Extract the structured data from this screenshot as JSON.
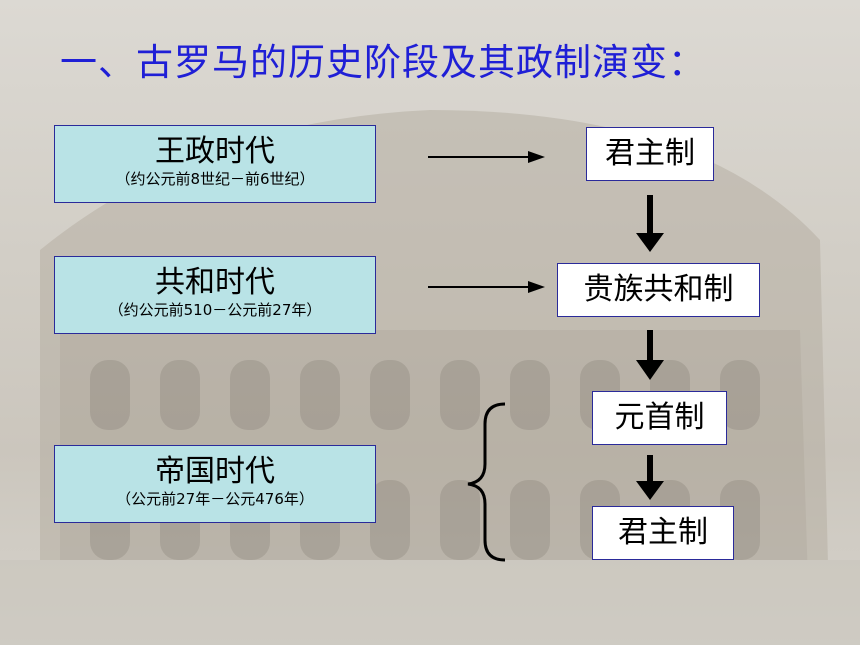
{
  "title": "一、古罗马的历史阶段及其政制演变：",
  "eras": [
    {
      "name": "王政时代",
      "range": "（约公元前8世纪－前6世纪）"
    },
    {
      "name": "共和时代",
      "range": "（约公元前510－公元前27年）"
    },
    {
      "name": "帝国时代",
      "range": "（公元前27年－公元476年）"
    }
  ],
  "systems": [
    "君主制",
    "贵族共和制",
    "元首制",
    "君主制"
  ]
}
